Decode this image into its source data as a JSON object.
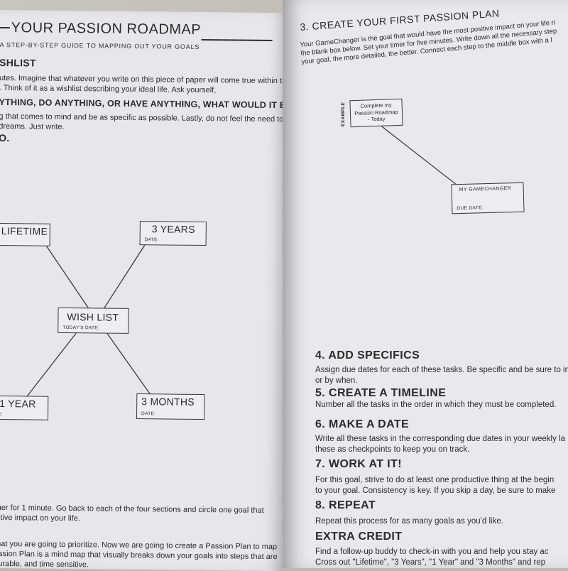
{
  "left_page": {
    "title": "YOUR PASSION ROADMAP",
    "subtitle": "A STEP-BY-STEP GUIDE TO MAPPING OUT YOUR GOALS",
    "section1_heading": "SHLIST",
    "intro_lines": [
      "utes. Imagine that whatever you write on this piece of paper will come true within the",
      ". Think of it as a wishlist describing your ideal life. Ask yourself,"
    ],
    "question": "YTHING, DO ANYTHING, OR HAVE ANYTHING, WHAT WOULD IT BE?\"",
    "instr_lines": [
      "g that comes to mind and be as specific as possible. Lastly, do not feel the need to be",
      "dreams. Just write."
    ],
    "go_label": "O.",
    "boxes": {
      "lifetime": "LIFETIME",
      "three_years": "3 YEARS",
      "wishlist": "WISH LIST",
      "one_year": "1 YEAR",
      "three_months": "3 MONTHS",
      "date_label": "DATE:",
      "todays_date_label": "TODAY'S DATE:",
      "year_date_fragment": "E:"
    },
    "bottom_lines": [
      "mer for 1 minute. Go back to each of the four sections and circle one goal that",
      "sitive impact on your life."
    ],
    "bottom_dot": ".",
    "bottom_lines2": [
      "that you are going to prioritize. Now we are going to create a Passion Plan to map",
      "assion Plan is a mind map that visually breaks down your goals into steps that are",
      "surable, and time sensitive."
    ]
  },
  "right_page": {
    "step3_heading": "3. CREATE YOUR FIRST PASSION PLAN",
    "step3_lines": [
      "Your GameChanger is the goal that would have the most positive impact on your life ri",
      "the blank box below. Set your timer for five minutes. Write down all the necessary step",
      "your goal; the more detailed, the better. Connect each step to the middle box with a l"
    ],
    "example_label": "EXAMPLE",
    "example_box": [
      "Complete my",
      "Passion Roadmap",
      "- Today"
    ],
    "gamechanger_label": "MY GAMECHANGER",
    "due_date_label": "DUE DATE:",
    "steps": [
      {
        "heading": "4. ADD SPECIFICS",
        "lines": [
          "Assign due dates for each of these tasks. Be specific and be sure to indi",
          "or by when."
        ]
      },
      {
        "heading": "5. CREATE A TIMELINE",
        "lines": [
          "Number all the tasks in the order in which they must be completed."
        ]
      },
      {
        "heading": "6. MAKE A DATE",
        "lines": [
          "Write all these tasks in the corresponding due dates in your weekly la",
          "these as checkpoints to keep you on track."
        ]
      },
      {
        "heading": "7. WORK AT IT!",
        "lines": [
          "For this goal, strive to do at least one productive thing at the begin",
          "to your goal. Consistency is key. If you skip a day, be sure to make"
        ]
      },
      {
        "heading": "8. REPEAT",
        "lines": [
          "Repeat this process for as many goals as you'd like."
        ]
      },
      {
        "heading": "EXTRA CREDIT",
        "lines": [
          "Find a follow-up buddy to check-in with you and help you stay ac",
          "Cross out \"Lifetime\", \"3 Years\", \"1 Year\" and \"3 Months\" and rep"
        ]
      }
    ]
  }
}
